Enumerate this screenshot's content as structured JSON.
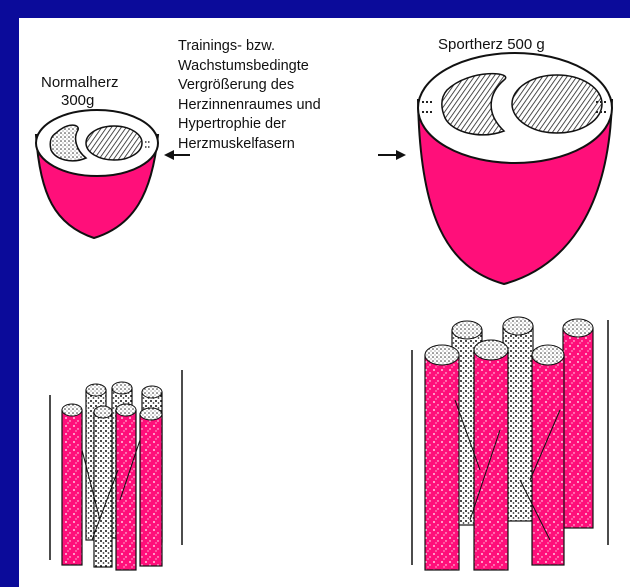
{
  "normal_heart": {
    "title": "Normalherz",
    "weight": "300g"
  },
  "sport_heart": {
    "title": "Sportherz 500 g"
  },
  "description": [
    "Trainings- bzw.",
    "Wachstumsbedingte",
    "Vergrößerung des",
    "Herzinnenraumes und",
    "Hypertrophie der",
    "Herzmuskelfasern"
  ],
  "colors": {
    "background": "#0b0b9a",
    "panel": "#ffffff",
    "muscle": "#ff0f7a",
    "outline": "#111111"
  }
}
